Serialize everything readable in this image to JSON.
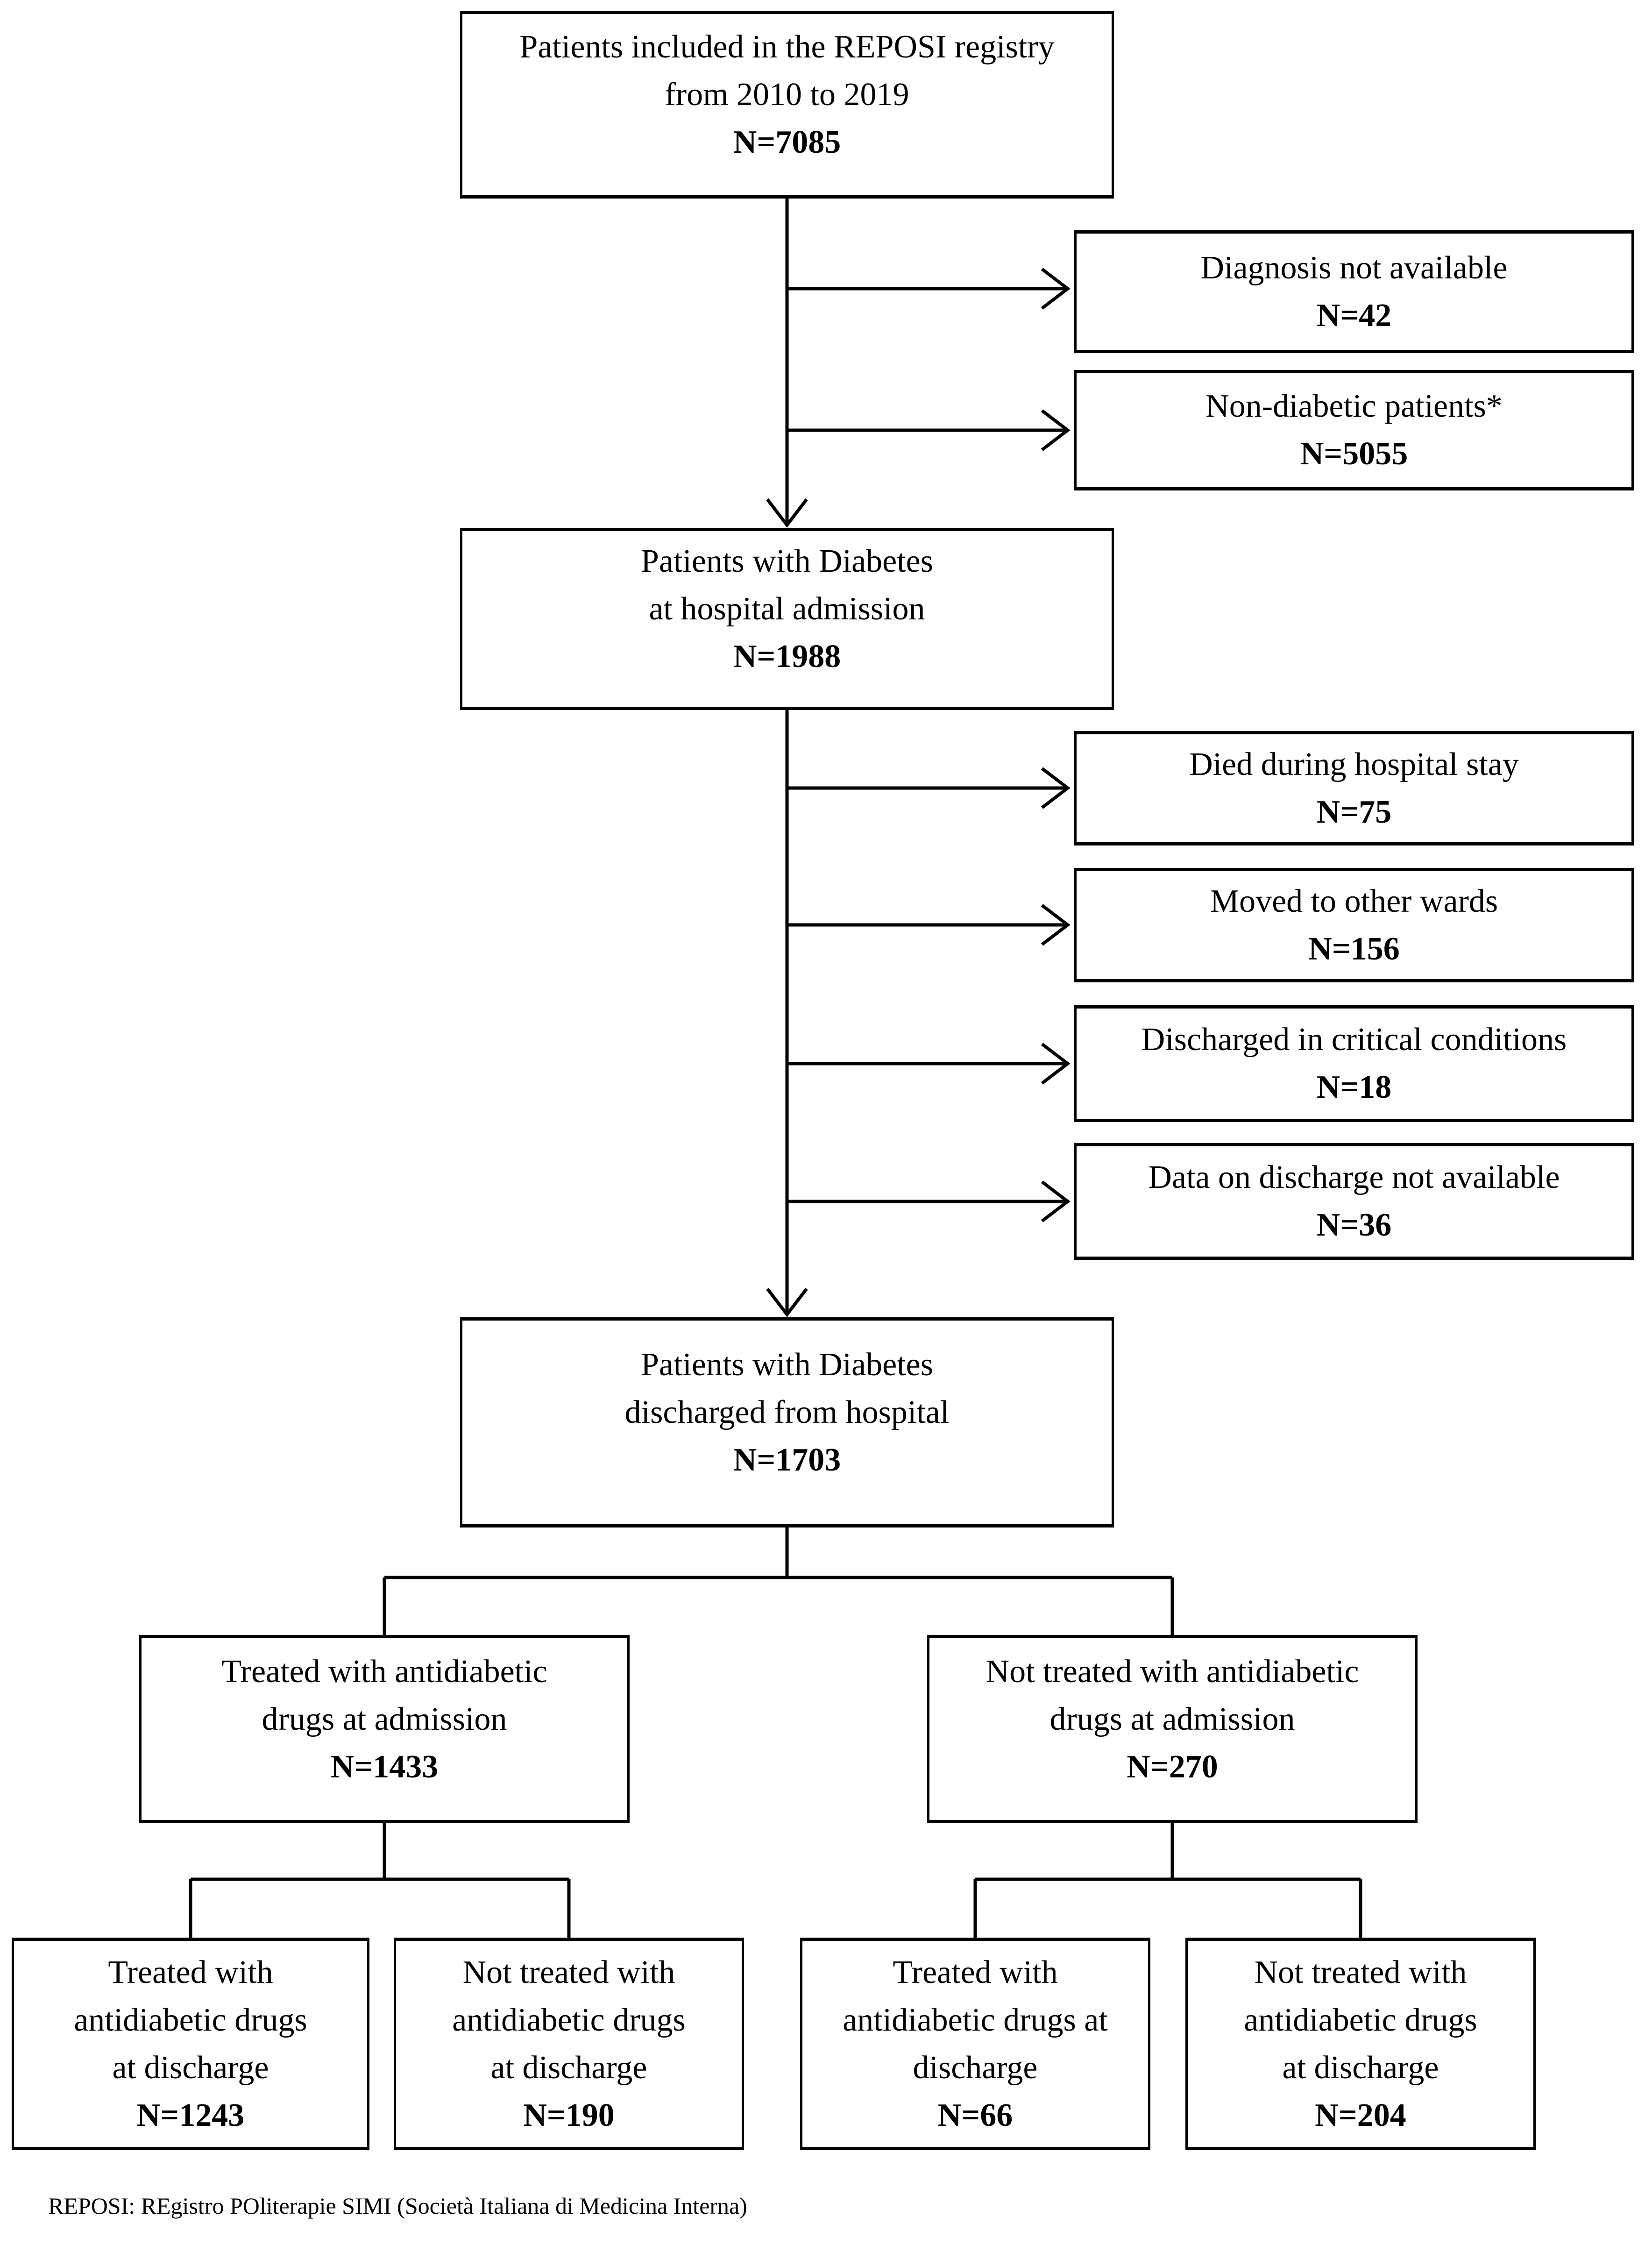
{
  "figure": {
    "colors": {
      "ink": "#000000",
      "background": "#ffffff"
    },
    "boxes": {
      "registry": {
        "lines": [
          "Patients included in the REPOSI registry",
          "from 2010 to 2019"
        ],
        "n": "N=7085"
      },
      "diagnosis_not_available": {
        "lines": [
          "Diagnosis not available"
        ],
        "n": "N=42"
      },
      "non_diabetic": {
        "lines": [
          "Non-diabetic patients*"
        ],
        "n": "N=5055"
      },
      "diabetes_admission": {
        "lines": [
          "Patients with Diabetes",
          "at hospital admission"
        ],
        "n": "N=1988"
      },
      "died_during_stay": {
        "lines": [
          "Died during hospital stay"
        ],
        "n": "N=75"
      },
      "moved_wards": {
        "lines": [
          "Moved to other wards"
        ],
        "n": "N=156"
      },
      "critical_conditions": {
        "lines": [
          "Discharged in critical conditions"
        ],
        "n": "N=18"
      },
      "discharge_data_na": {
        "lines": [
          "Data on discharge not available"
        ],
        "n": "N=36"
      },
      "diabetes_discharged": {
        "lines": [
          "Patients with Diabetes",
          "discharged from hospital"
        ],
        "n": "N=1703"
      },
      "treated_admission": {
        "lines": [
          "Treated with antidiabetic",
          "drugs at admission"
        ],
        "n": "N=1433"
      },
      "not_treated_admission": {
        "lines": [
          "Not treated with antidiabetic",
          "drugs at admission"
        ],
        "n": "N=270"
      },
      "treated_discharge_left": {
        "lines": [
          "Treated with",
          "antidiabetic drugs",
          "at discharge"
        ],
        "n": "N=1243"
      },
      "not_treated_discharge_left": {
        "lines": [
          "Not treated with",
          "antidiabetic drugs",
          "at discharge"
        ],
        "n": "N=190"
      },
      "treated_discharge_right": {
        "lines": [
          "Treated with",
          "antidiabetic drugs at",
          "discharge"
        ],
        "n": "N=66"
      },
      "not_treated_discharge_right": {
        "lines": [
          "Not treated with",
          "antidiabetic drugs",
          "at discharge"
        ],
        "n": "N=204"
      }
    },
    "footnote": "REPOSI: REgistro POliterapie SIMI (Società Italiana di Medicina Interna)"
  }
}
